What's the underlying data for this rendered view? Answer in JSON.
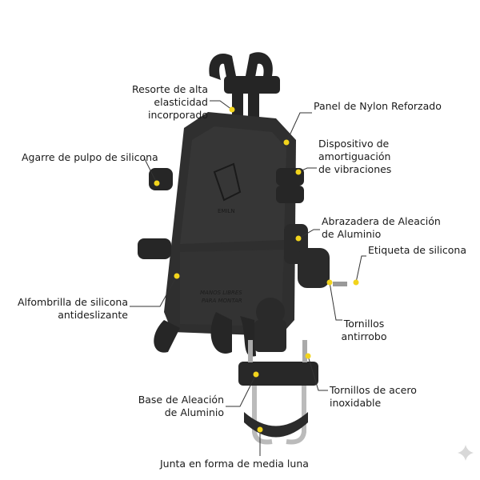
{
  "labels": {
    "spring": [
      "Resorte de alta",
      "elasticidad",
      "incorporado"
    ],
    "nylon_panel": [
      "Panel de Nylon Reforzado"
    ],
    "damper": [
      "Dispositivo de",
      "amortiguación",
      "de vibraciones"
    ],
    "octopus_grip": [
      "Agarre de pulpo de silicona"
    ],
    "clamp": [
      "Abrazadera de Aleación",
      "de Aluminio"
    ],
    "silicone_tag": [
      "Etiqueta de silicona"
    ],
    "mat": [
      "Alfombrilla de silicona",
      "antideslizante"
    ],
    "anti_theft_screws": [
      "Tornillos",
      "antirrobo"
    ],
    "steel_screws": [
      "Tornillos de acero",
      "inoxidable"
    ],
    "base": [
      "Base de Aleación",
      "de Aluminio"
    ],
    "gasket": [
      "Junta en forma de media luna"
    ]
  },
  "product_print": {
    "logo": "EMILN",
    "panel_text": [
      "MANOS LIBRES",
      "PARA MONTAR"
    ]
  },
  "colors": {
    "accent_dot": "#f2d41c",
    "product": "#2b2b2b",
    "text": "#1a1a1a"
  },
  "icons": [
    "sparkle-icon"
  ]
}
